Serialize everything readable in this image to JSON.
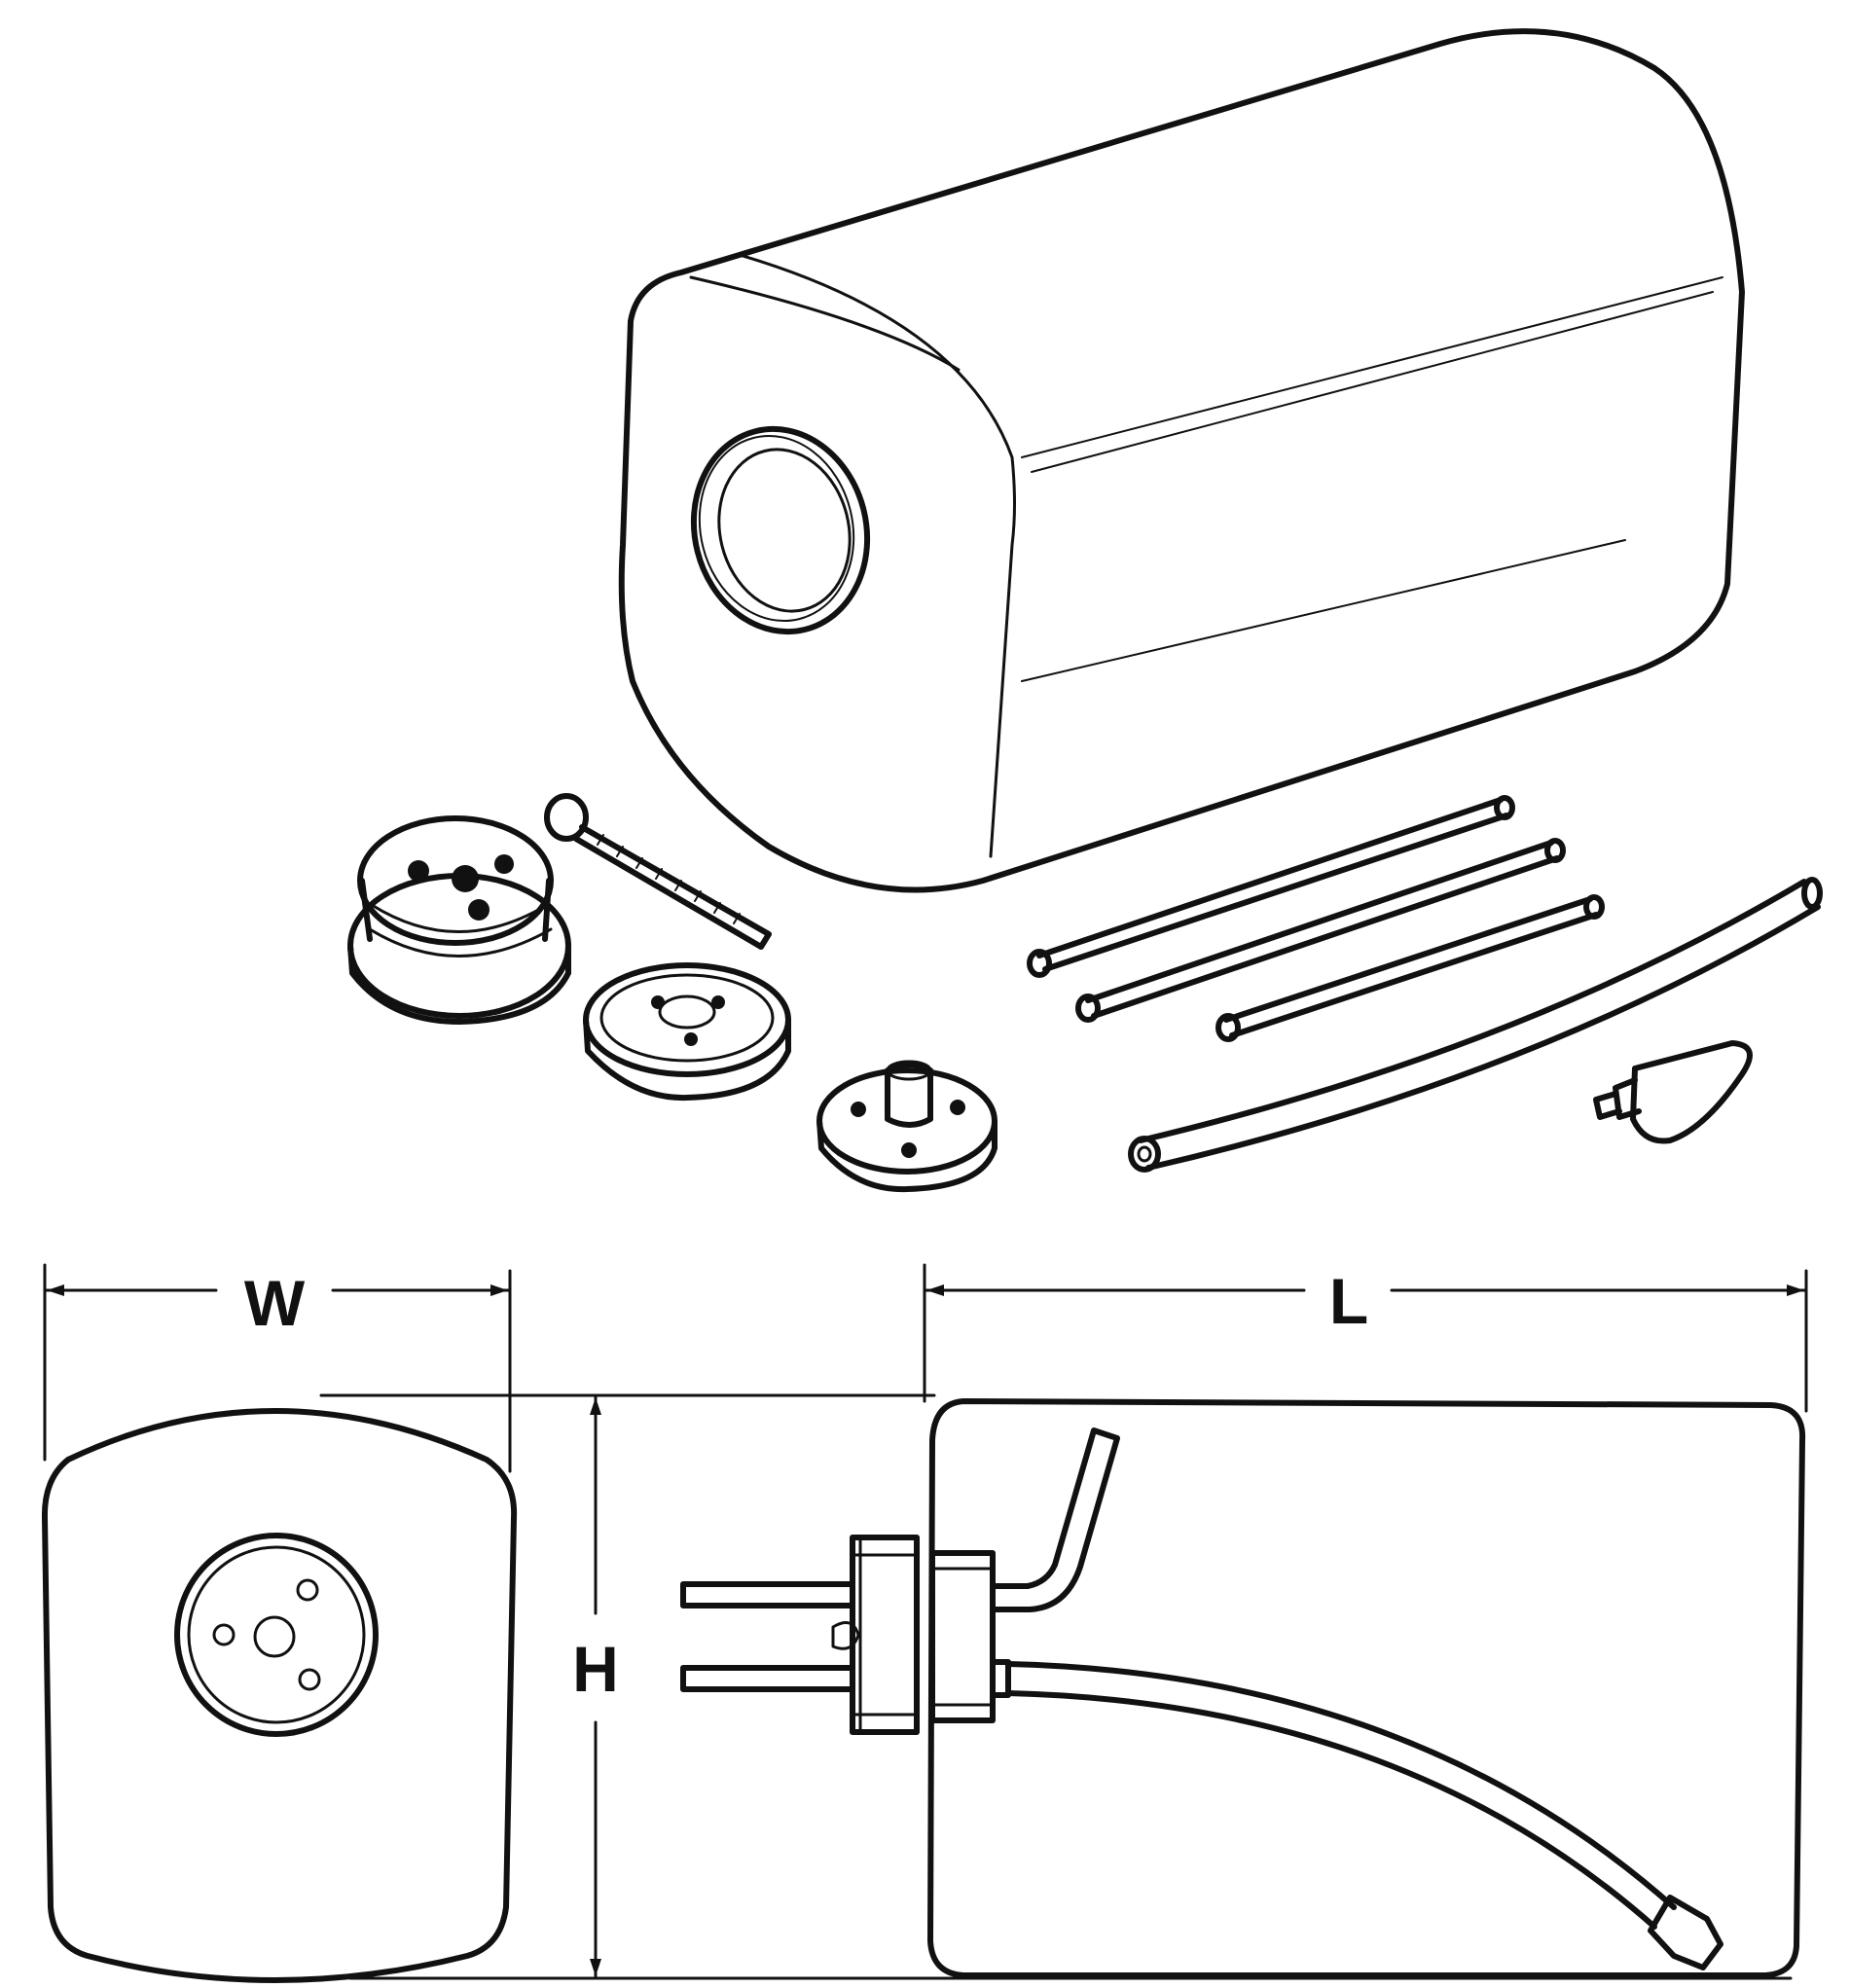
{
  "colors": {
    "ink": "#111111",
    "paper": "#ffffff"
  },
  "dimensions": {
    "width_label": "W",
    "length_label": "L",
    "height_label": "H"
  }
}
